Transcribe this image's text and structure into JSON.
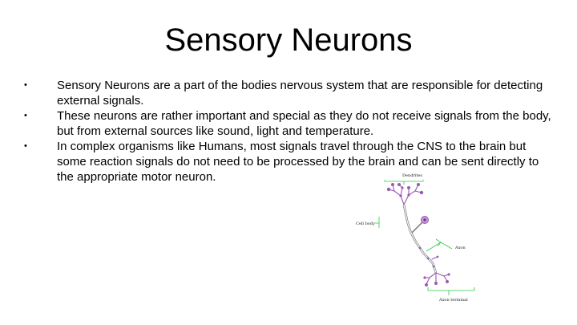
{
  "slide": {
    "title": "Sensory Neurons",
    "bullets": [
      "Sensory Neurons are a part of the bodies nervous system that are responsible for detecting external signals.",
      "These neurons are rather important and special as they do not receive signals from the body, but from external sources like sound, light and temperature.",
      "In complex organisms like Humans, most signals travel through the CNS to the brain but some reaction signals do not need to be processed by the brain and can be sent directly to the appropriate motor neuron."
    ],
    "bullet_symbol": "•"
  },
  "diagram": {
    "labels": {
      "dendrites": "Dendrites",
      "cell_body": "Cell body",
      "axon": "Axon",
      "axon_terminal": "Axon terminal"
    },
    "colors": {
      "neuron": "#9b59b6",
      "guide_lines": "#2ecc40",
      "outline": "#555555"
    }
  }
}
